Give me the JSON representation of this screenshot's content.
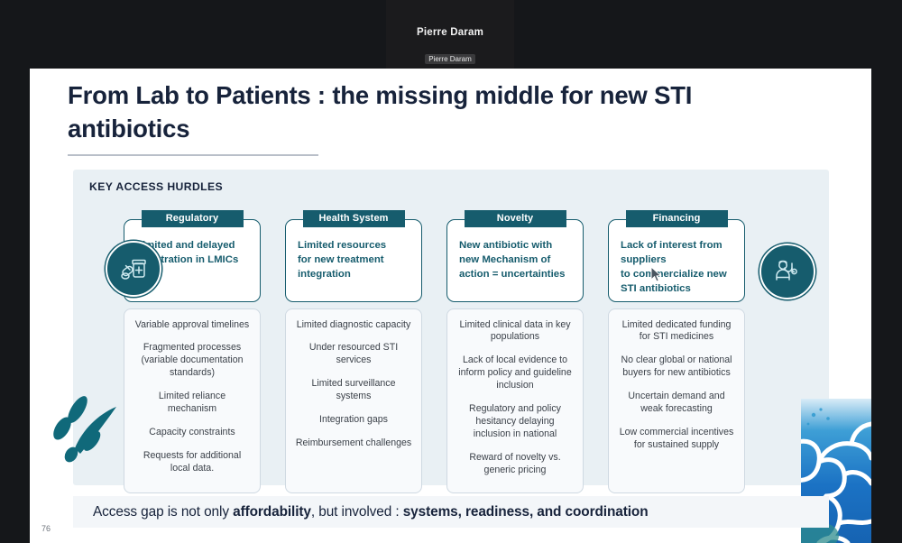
{
  "meeting": {
    "participant_tile": {
      "display_name": "Pierre Daram",
      "name_badge": "Pierre Daram"
    }
  },
  "slide": {
    "title": "From Lab to Patients : the missing middle for new STI antibiotics",
    "page_number": "76",
    "panel": {
      "heading": "KEY ACCESS HURDLES",
      "columns": [
        {
          "tab": "Regulatory",
          "headline": "Limited and delayed\nregistration in LMICs",
          "items": [
            "Variable approval timelines",
            "Fragmented processes\n(variable documentation\nstandards)",
            "Limited reliance\nmechanism",
            "Capacity constraints",
            "Requests for additional\nlocal data."
          ]
        },
        {
          "tab": "Health System",
          "headline": "Limited resources\nfor new treatment\nintegration",
          "items": [
            "Limited diagnostic capacity",
            "Under resourced STI\nservices",
            "Limited  surveillance\nsystems",
            "Integration gaps",
            "Reimbursement challenges"
          ]
        },
        {
          "tab": "Novelty",
          "headline": "New antibiotic with\nnew Mechanism of\naction = uncertainties",
          "items": [
            "Limited clinical data in key\npopulations",
            "Lack of local evidence to\ninform policy and guideline\ninclusion",
            "Regulatory and policy\nhesitancy delaying\ninclusion in national",
            "Reward of novelty vs.\ngeneric pricing"
          ]
        },
        {
          "tab": "Financing",
          "headline": "Lack of interest from\nsuppliers\nto commercialize new\nSTI antibiotics",
          "items": [
            "Limited dedicated funding\nfor STI medicines",
            "No clear global or national\nbuyers for new antibiotics",
            "Uncertain demand and\nweak forecasting",
            "Low commercial incentives\nfor sustained supply"
          ]
        }
      ],
      "icons": {
        "left": "medicine-bottle-pills-icon",
        "right": "healthcare-worker-stethoscope-icon"
      }
    },
    "banner": {
      "prefix": "Access gap is not only ",
      "bold_1": "affordability",
      "middle": ", but involved : ",
      "bold_2": "systems, readiness, and coordination"
    }
  },
  "theme": {
    "teal": "#165c6d",
    "navy": "#17233b",
    "panel_bg": "#e9f0f4",
    "box_bg": "#f8fafc",
    "app_bg": "#15171a",
    "banner_bg": "#f3f6f9"
  }
}
